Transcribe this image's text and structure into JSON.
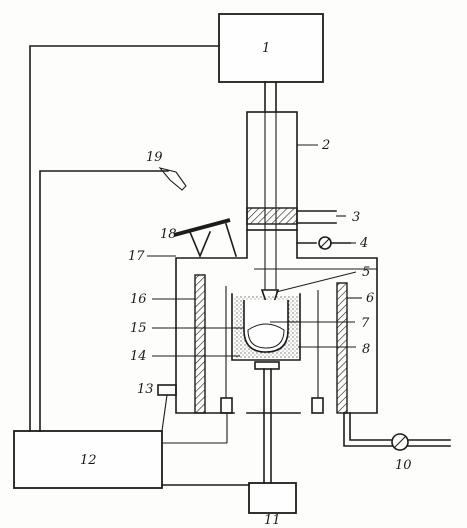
{
  "diagram": {
    "labels": {
      "n1": "1",
      "n2": "2",
      "n3": "3",
      "n4": "4",
      "n5": "5",
      "n6": "6",
      "n7": "7",
      "n8": "8",
      "n10": "10",
      "n11": "11",
      "n12": "12",
      "n13": "13",
      "n14": "14",
      "n15": "15",
      "n16": "16",
      "n17": "17",
      "n18": "18",
      "n19": "19"
    },
    "colors": {
      "ink": "#1c1c1c",
      "paper": "#fdfdfc"
    }
  }
}
